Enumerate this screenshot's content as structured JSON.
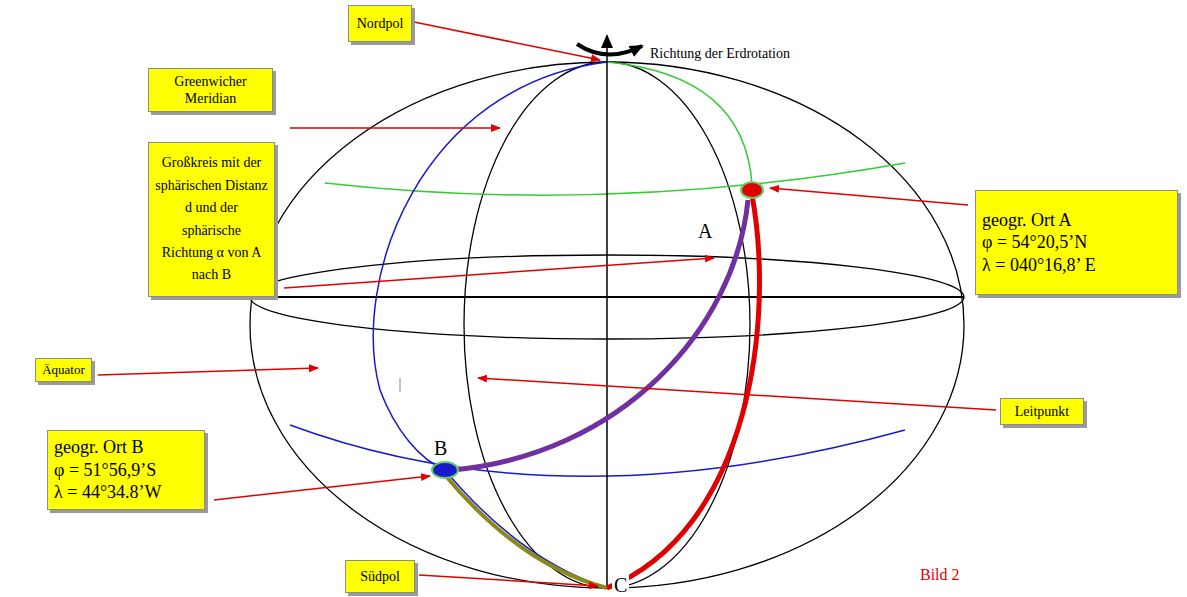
{
  "diagram": {
    "caption": "Bild 2",
    "nodes": [
      {
        "text": [
          "Nordpol"
        ]
      },
      {
        "text": [
          "Greenwicher Meridian"
        ]
      },
      {
        "text": [
          "Großkreis mit der sphärischen Distanz d und der sphärische Richtung α von A nach B"
        ]
      },
      {
        "text": [
          "geogr. Ort A",
          "φ = 54°20,5’N",
          "λ = 040°16,8’ E"
        ]
      },
      {
        "text": [
          "Äquator"
        ]
      },
      {
        "text": [
          "Leitpunkt"
        ]
      },
      {
        "text": [
          "geogr. Ort B",
          "φ = 51°56,9’S",
          "λ = 44°34.8’W"
        ]
      },
      {
        "text": [
          "Südpol"
        ]
      }
    ],
    "labels": [
      "Richtung der Erdrotation",
      "A",
      "B",
      "C"
    ]
  }
}
